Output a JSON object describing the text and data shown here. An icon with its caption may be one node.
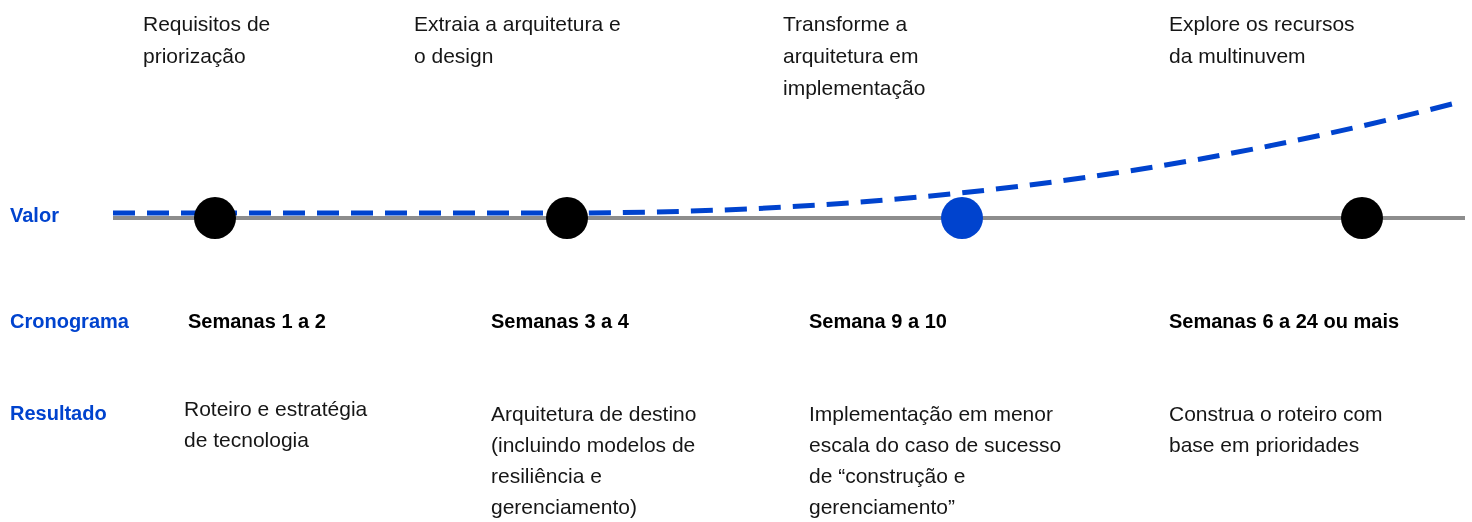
{
  "diagram": {
    "nodes": [
      {
        "text": [],
        "shape": "circle"
      },
      {
        "text": [],
        "shape": "circle"
      },
      {
        "text": [],
        "shape": "circle"
      },
      {
        "text": [],
        "shape": "circle"
      }
    ],
    "labels": [
      "Requisitos de priorização",
      "Extraia a arquitetura e o design",
      "Transforme a arquitetura em implementação",
      "Explore os recursos da multinuvem",
      "Valor",
      "Cronograma",
      "Semanas 1 a 2",
      "Semanas 3 a 4",
      "Semana 9 a 10",
      "Semanas 6 a 24 ou mais",
      "Resultado",
      "Roteiro e estratégia de tecnologia",
      "Arquitetura de destino (incluindo modelos de resiliência e gerenciamento)",
      "Implementação em menor escala do caso de sucesso de “construção e gerenciamento”",
      "Construa o roteiro com base em prioridades"
    ]
  }
}
